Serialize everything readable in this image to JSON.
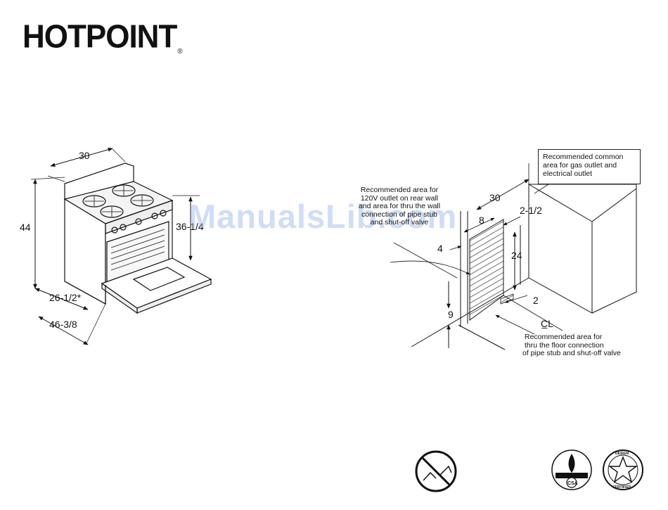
{
  "brand": {
    "name": "HOTPOINT",
    "reg_mark": "®"
  },
  "watermark": "ManualsLib.com",
  "range_dims": {
    "width": "30",
    "height": "44",
    "cooktop_height": "36-1/4",
    "depth": "26-1/2*",
    "depth_door_open": "46-3/8"
  },
  "install_dims": {
    "width": "30",
    "offset": "8",
    "side_clear": "2-1/2",
    "left": "4",
    "zone_height": "24",
    "floor": "9",
    "right": "2",
    "centerline": "C̲L"
  },
  "notes": {
    "gas_electric": [
      "Recommended common",
      "area for gas outlet and",
      "electrical outlet"
    ],
    "wall_outlet": [
      "Recommended area for",
      "120V outlet on rear wall",
      "and area for thru the wall",
      "connection of pipe stub",
      "and shut-off valve"
    ],
    "floor_conn": [
      "Recommended area for",
      "thru the floor connection",
      "of pipe stub and shut-off valve"
    ]
  },
  "icons": [
    "no-tip-over-icon",
    "csa-flame-certification-icon",
    "design-certified-star-icon"
  ],
  "icon_text": {
    "design": "DESIGN",
    "certified": "CERTIFIED",
    "csa": "CSA"
  }
}
